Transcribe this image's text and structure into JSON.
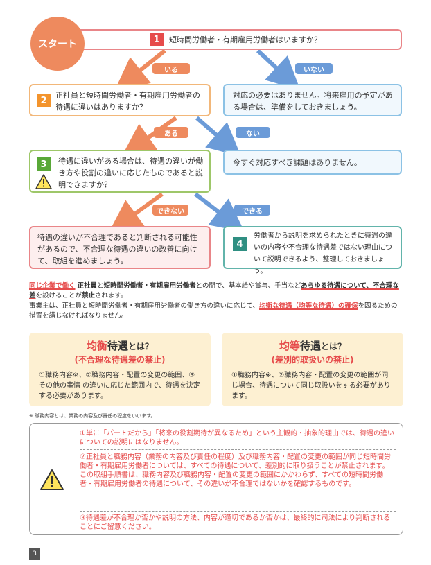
{
  "flow": {
    "start": "スタート",
    "q1": {
      "num": "1",
      "text": "短時間労働者・有期雇用労働者はいますか？"
    },
    "q1_yes": "いる",
    "q1_no": "いない",
    "q1_no_result": "対応の必要はありません。将来雇用の予定がある場合は、準備をしておきましょう。",
    "q2": {
      "num": "2",
      "text": "正社員と短時間労働者・有期雇用労働者の待遇に違いはありますか？"
    },
    "q2_yes": "ある",
    "q2_no": "ない",
    "q2_no_result": "今すぐ対応すべき課題はありません。",
    "q3": {
      "num": "3",
      "text": "待遇に違いがある場合は、待遇の違いが働き方や役割の違いに応じたものであると説明できますか？"
    },
    "q3_no": "できない",
    "q3_yes": "できる",
    "q3_no_result": "待遇の違いが不合理であると判断される可能性があるので、不合理な待遇の違いの改善に向けて、取組を進めましょう。",
    "q4": {
      "num": "4",
      "text": "労働者から説明を求められたときに待遇の違いの内容や不合理な待遇差ではない理由について説明できるよう、整理しておきましょう。"
    }
  },
  "para1": {
    "a": "同じ企業で働く",
    "b": "正社員",
    "c": "と",
    "d": "短時間労働者・有期雇用労働者",
    "e": "との間で、基本給や賞与、手当など",
    "f": "あらゆる待遇について、不合理な差",
    "g": "を設けることが",
    "h": "禁止",
    "i": "されます。"
  },
  "para2": {
    "a": "事業主は、正社員と短時間労働者・有期雇用労働者の働き方の違いに応じて、",
    "b": "均衡な待遇（均等な待遇）の確保",
    "c": "を図るための措置を講じなければなりません。"
  },
  "kinkou": {
    "title_em": "均衡",
    "title_rest": "待遇",
    "title_suffix": "とは？",
    "sub": "(不合理な待遇差の禁止)",
    "body": "①職務内容※、②職務内容・配置の変更の範囲、③その他の事情 の違いに応じた範囲内で、待遇を決定する必要があります。"
  },
  "kintou": {
    "title_em": "均等",
    "title_rest": "待遇",
    "title_suffix": "とは？",
    "sub": "(差別的取扱いの禁止)",
    "body": "①職務内容※、②職務内容・配置の変更の範囲が同じ場合、待遇について同じ取扱いをする必要があります。"
  },
  "footnote": "※ 職務内容とは、業務の内容及び責任の程度をいいます。",
  "notes": [
    "①単に「パートだから」「将来の役割期待が異なるため」という主観的・抽象的理由では、待遇の違いについての説明にはなりません。",
    "②正社員と職務内容（業務の内容及び責任の程度）及び職務内容・配置の変更の範囲が同じ短時間労働者・有期雇用労働者については、すべての待遇について、差別的に取り扱うことが禁止されます。この取組手順書は、職務内容及び職務内容・配置の変更の範囲にかかわらず、すべての短時間労働者・有期雇用労働者の待遇について、その違いが不合理ではないかを確認するものです。",
    "③待遇差が不合理か否かや説明の方法、内容が適切であるか否かは、最終的に司法により判断されることにご留意ください。"
  ],
  "page_number": "3",
  "colors": {
    "red": "#e64b4b",
    "orange": "#ee8a5e",
    "blue": "#6b9bd8",
    "green": "#59a838",
    "teal": "#2f8f82",
    "yellow_bg": "#fdf0d2"
  },
  "icons": [
    "warning-icon",
    "arrow-icon"
  ]
}
